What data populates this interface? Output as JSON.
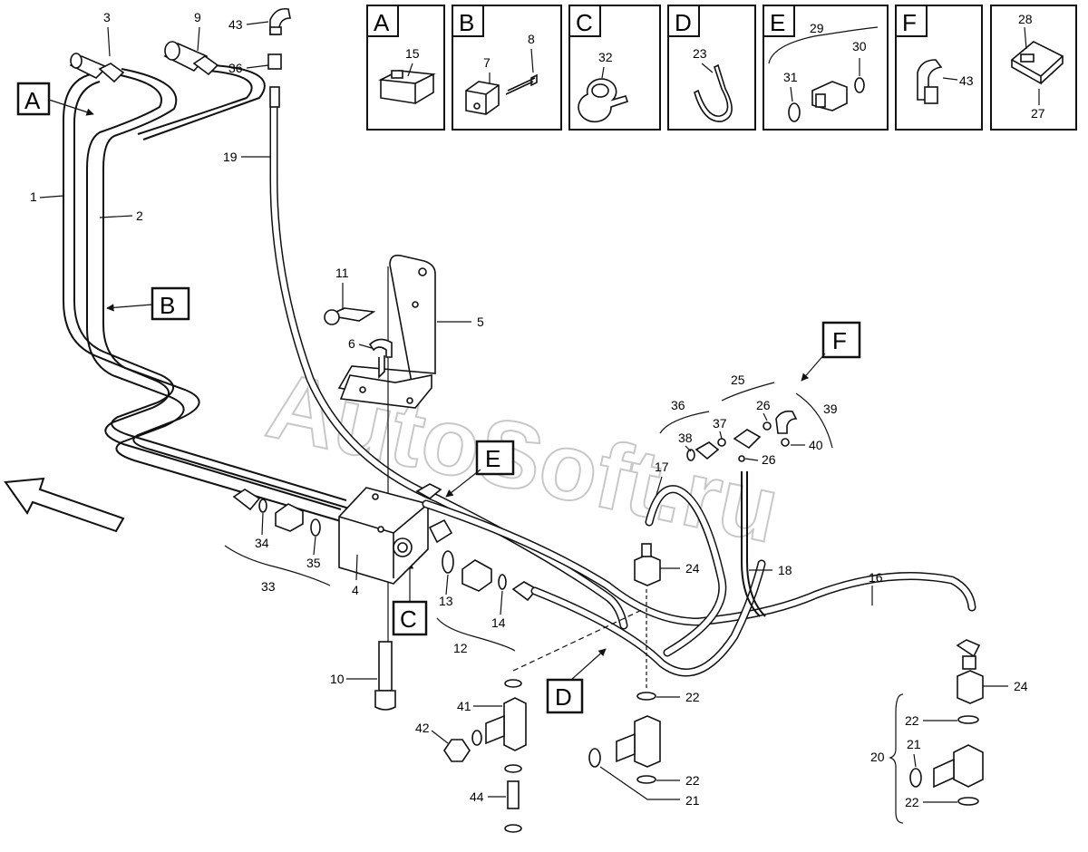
{
  "watermark": "AutoSoft.ru",
  "detail_boxes": [
    {
      "letter": "A",
      "labels": [
        "15"
      ]
    },
    {
      "letter": "B",
      "labels": [
        "7",
        "8"
      ]
    },
    {
      "letter": "C",
      "labels": [
        "32"
      ]
    },
    {
      "letter": "D",
      "labels": [
        "23"
      ]
    },
    {
      "letter": "E",
      "labels": [
        "29",
        "30",
        "31"
      ]
    },
    {
      "letter": "F",
      "labels": [
        "43"
      ]
    },
    {
      "letter": "",
      "labels": [
        "28",
        "27"
      ]
    }
  ],
  "view_markers": [
    "A",
    "B",
    "C",
    "D",
    "E",
    "F"
  ],
  "callouts": [
    "1",
    "2",
    "3",
    "4",
    "5",
    "6",
    "9",
    "10",
    "11",
    "12",
    "13",
    "14",
    "16",
    "17",
    "18",
    "19",
    "20",
    "21",
    "21",
    "22",
    "22",
    "22",
    "22",
    "24",
    "24",
    "25",
    "26",
    "26",
    "33",
    "34",
    "35",
    "36",
    "36",
    "37",
    "38",
    "39",
    "40",
    "41",
    "42",
    "43",
    "44"
  ],
  "colors": {
    "line": "#111111",
    "background": "#ffffff",
    "watermark_outline": "#c8c8c8"
  }
}
